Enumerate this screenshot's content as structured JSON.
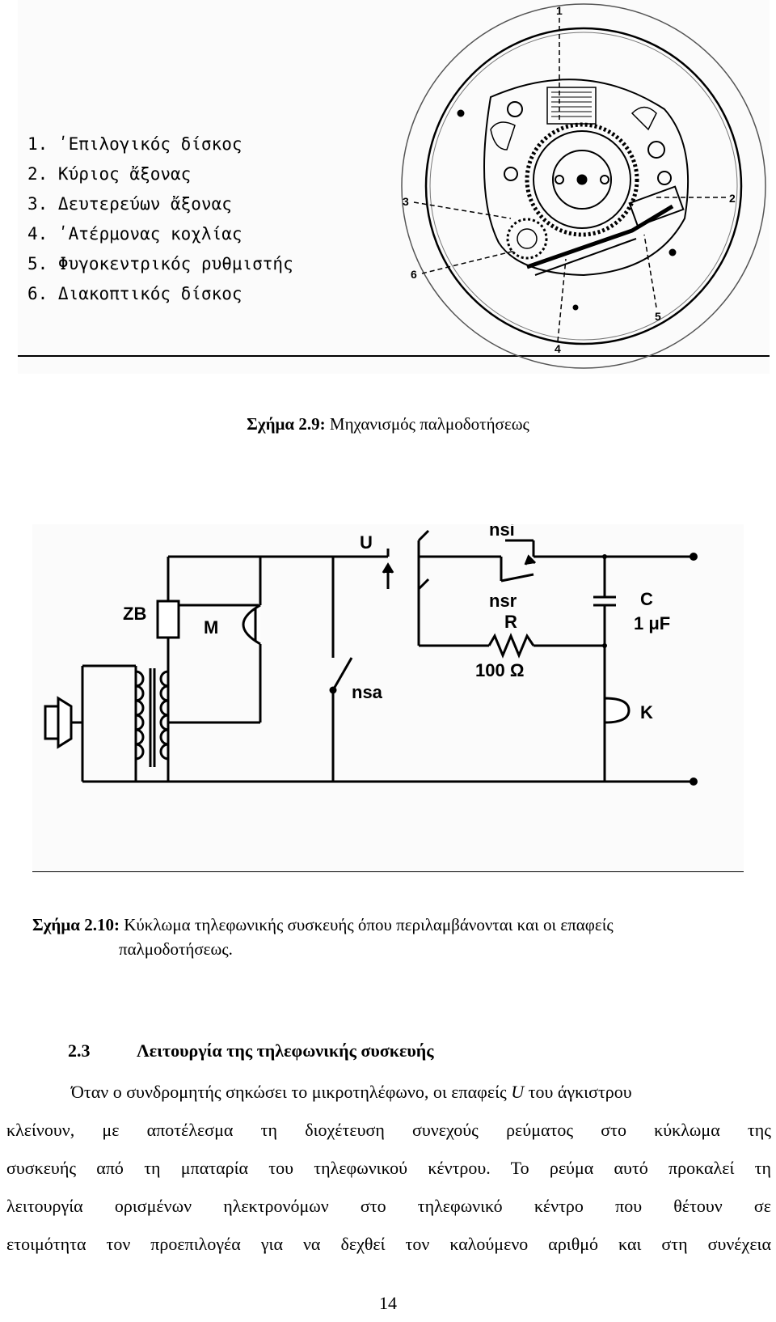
{
  "figure1": {
    "legend": [
      "1. ʹΕπιλογικός δίσκος",
      "2. Κύριος ἄξονας",
      "3. Δευτερεύων ἄξονας",
      "4. ʹΑτέρμονας κοχλίας",
      "5. Φυγοκεντρικός ρυθμιστής",
      "6. Διακοπτικός δίσκος"
    ],
    "callouts": [
      "1",
      "2",
      "3",
      "4",
      "5",
      "6"
    ]
  },
  "caption1": {
    "label": "Σχήμα 2.9:",
    "text": " Μηχανισμός παλμοδοτήσεως"
  },
  "figure2": {
    "labels": {
      "zb": "ZB",
      "m": "M",
      "u": "U",
      "nsi": "nsi",
      "nsr": "nsr",
      "r": "R",
      "r_value": "100 Ω",
      "c": "C",
      "c_value": "1 μF",
      "nsa": "nsa",
      "k": "K"
    }
  },
  "caption2": {
    "label": "Σχήμα 2.10:",
    "line1": " Κύκλωμα τηλεφωνικής συσκευής όπου περιλαμβάνονται και οι επαφείς",
    "line2": "παλμοδοτήσεως."
  },
  "section": {
    "number": "2.3",
    "title": "Λειτουργία της τηλεφωνικής συσκευής"
  },
  "paragraph": {
    "line1_a": "Όταν ο συνδρομητής σηκώσει το μικροτηλέφωνο, οι επαφείς ",
    "line1_u": "U",
    "line1_b": " του άγκιστρου",
    "line2": "κλείνουν, με αποτέλεσμα τη διοχέτευση συνεχούς ρεύματος στο κύκλωμα της",
    "line3": "συσκευής από τη μπαταρία του τηλεφωνικού κέντρου. Το ρεύμα αυτό προκαλεί τη",
    "line4": "λειτουργία ορισμένων ηλεκτρονόμων στο τηλεφωνικό κέντρο που θέτουν σε",
    "line5": "ετοιμότητα τον προεπιλογέα για να δεχθεί τον καλούμενο αριθμό και στη συνέχεια"
  },
  "page_number": "14"
}
